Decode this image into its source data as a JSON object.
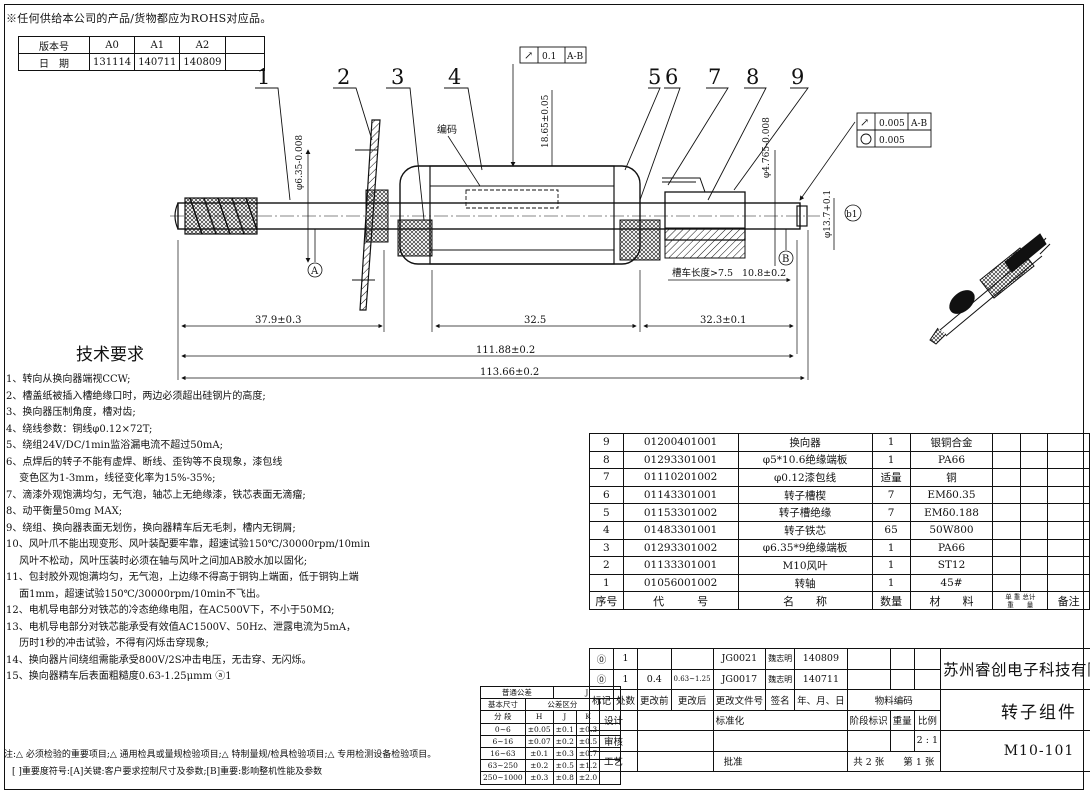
{
  "rohs_note": "※任何供给本公司的产品/货物都应为ROHS对应品。",
  "version_table": {
    "header_label": "版本号",
    "date_label": "日　期",
    "versions": [
      {
        "ver": "A0",
        "date": "131114"
      },
      {
        "ver": "A1",
        "date": "140711"
      },
      {
        "ver": "A2",
        "date": "140809"
      }
    ]
  },
  "drawing": {
    "balloons": [
      "1",
      "2",
      "3",
      "4",
      "5",
      "6",
      "7",
      "8",
      "9"
    ],
    "dims": {
      "shaft_dia": "φ6.35-0.008",
      "length_commutator": "18.65±0.05",
      "core_dia": "φ4.765-0.008",
      "comm_dia": "φ13.7+0.1",
      "len_37_9": "37.9±0.3",
      "len_32_5": "32.5",
      "len_32_3": "32.3±0.1",
      "len_111_88": "111.88±0.2",
      "len_113_66": "113.66±0.2",
      "len_10_8": "10.8±0.2",
      "brush_note": "槽车长度>7.5",
      "code_label": "编码",
      "datum_a": "A",
      "datum_b": "B",
      "mark_b1": "b1",
      "runout_1": "0.1",
      "runout_1_ref": "A-B",
      "runout_2": "0.005",
      "runout_2_ref": "A-B",
      "circularity": "0.005"
    }
  },
  "tech": {
    "title": "技术要求",
    "items": [
      "1、转向从换向器端视CCW;",
      "2、槽盖纸被插入槽绝缘口时，两边必须超出硅钢片的高度;",
      "3、换向器压制角度，槽对齿;",
      "4、绕线参数：铜线φ0.12×72T;",
      "5、绕组24V/DC/1min监浴漏电流不超过50mA;",
      "6、点焊后的转子不能有虚焊、断线、歪钩等不良现象，漆包线",
      "　 变色区为1-3mm，线径变化率为15%-35%;",
      "7、滴漆外观饱满均匀，无气泡，轴芯上无绝缘漆，铁芯表面无滴瘤;",
      "8、动平衡量50mg MAX;",
      "9、绕组、换向器表面无划伤，换向器精车后无毛刺，槽内无铜屑;",
      "10、风叶爪不能出现变形、风叶装配要牢靠，超速试验150℃/30000rpm/10min",
      "　 风叶不松动，风叶压装时必须在轴与风叶之间加AB胶水加以固化;",
      "11、包封胶外观饱满均匀，无气泡，上边缘不得高于铜钩上端面，低于铜钩上端",
      "　 面1mm，超速试验150℃/30000rpm/10min不飞出。",
      "12、电机导电部分对铁芯的冷态绝缘电阻，在AC500V下，不小于50MΩ;",
      "13、电机导电部分对铁芯能承受有效值AC1500V、50Hz、泄露电流为5mA，",
      "　 历时1秒的冲击试验，不得有闪烁击穿现象;",
      "14、换向器片间绕组需能承受800V/2S冲击电压，无击穿、无闪烁。",
      "15、换向器精车后表面粗糙度0.63-1.25μmm ⓐ1"
    ],
    "note": "注:△ 必须检验的重要项目;△ 通用检具或量规检验项目;△ 特制量规/检具检验项目;△ 专用检测设备检验项目。",
    "note2": "[ ]重要度符号:[A]关键:客户要求控制尺寸及参数;[B]重要:影响整机性能及参数"
  },
  "bom": {
    "headers": {
      "seq": "序号",
      "code": "代　　　号",
      "name": "名　　称",
      "qty": "数量",
      "material": "材　　料",
      "w_single": "单 重",
      "w_total": "总计",
      "w_unit": "重　　量",
      "remark": "备注"
    },
    "rows": [
      {
        "seq": "9",
        "code": "01200401001",
        "name": "换向器",
        "qty": "1",
        "material": "银铜合金"
      },
      {
        "seq": "8",
        "code": "01293301001",
        "name": "φ5*10.6绝缘端板",
        "qty": "1",
        "material": "PA66"
      },
      {
        "seq": "7",
        "code": "01110201002",
        "name": "φ0.12漆包线",
        "qty": "适量",
        "material": "铜"
      },
      {
        "seq": "6",
        "code": "01143301001",
        "name": "转子槽楔",
        "qty": "7",
        "material": "EMδ0.35"
      },
      {
        "seq": "5",
        "code": "01153301002",
        "name": "转子槽绝缘",
        "qty": "7",
        "material": "EMδ0.188"
      },
      {
        "seq": "4",
        "code": "01483301001",
        "name": "转子铁芯",
        "qty": "65",
        "material": "50W800"
      },
      {
        "seq": "3",
        "code": "01293301002",
        "name": "φ6.35*9绝缘端板",
        "qty": "1",
        "material": "PA66"
      },
      {
        "seq": "2",
        "code": "01133301001",
        "name": "M10风叶",
        "qty": "1",
        "material": "ST12"
      },
      {
        "seq": "1",
        "code": "01056001002",
        "name": "转轴",
        "qty": "1",
        "material": "45#"
      }
    ]
  },
  "tolerance": {
    "title": "普通公差",
    "grade": "J",
    "h_size": "基本尺寸",
    "h_seg": "分 段",
    "h_grade": "公差区分",
    "cols": [
      "H",
      "J",
      "K"
    ],
    "rows": [
      {
        "range": "0~6",
        "h": "±0.05",
        "j": "±0.1",
        "k": "±0.3"
      },
      {
        "range": "6~16",
        "h": "±0.07",
        "j": "±0.2",
        "k": "±0.5"
      },
      {
        "range": "16~63",
        "h": "±0.1",
        "j": "±0.3",
        "k": "±0.7"
      },
      {
        "range": "63~250",
        "h": "±0.2",
        "j": "±0.5",
        "k": "±1.2"
      },
      {
        "range": "250~1000",
        "h": "±0.3",
        "j": "±0.8",
        "k": "±2.0"
      }
    ]
  },
  "title_block": {
    "rev_rows": [
      {
        "mark": "⓪",
        "n": "1",
        "before": "",
        "after": "",
        "doc": "JG0021",
        "sign": "魏志明",
        "date": "140809"
      },
      {
        "mark": "⓪",
        "n": "1",
        "before": "0.4",
        "after": "0.63~1.25",
        "doc": "JG0017",
        "sign": "魏志明",
        "date": "140711"
      }
    ],
    "rev_header": [
      "标记",
      "处数",
      "更改前",
      "更改后",
      "更改文件号",
      "签名",
      "年、月、日"
    ],
    "material_code": "物料编码",
    "design": "设计",
    "standard": "标准化",
    "stage": "阶段标识",
    "weight": "重量",
    "scale": "比例",
    "scale_value": "2 : 1",
    "review": "审核",
    "process": "工艺",
    "approve": "批准",
    "sheets": "共 2 张　　第 1 张",
    "company": "苏州睿创电子科技有限公司",
    "drawing_name": "转子组件",
    "drawing_no": "M10-101"
  }
}
